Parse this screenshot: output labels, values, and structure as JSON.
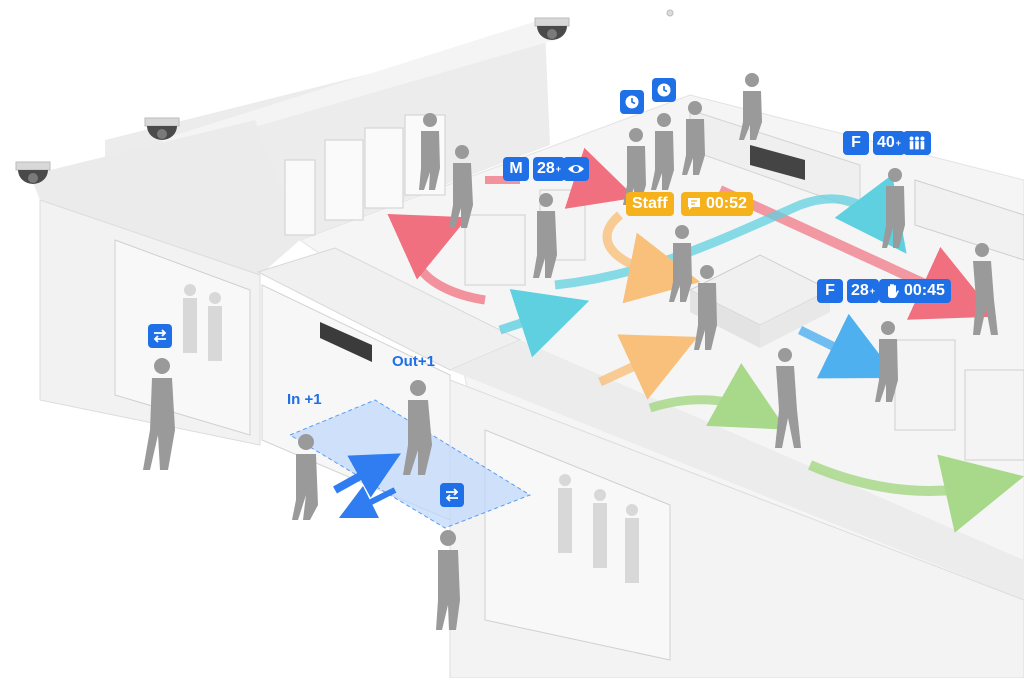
{
  "counters": {
    "in_label": "In +1",
    "out_label": "Out+1"
  },
  "tags": {
    "group_m": {
      "gender": "M",
      "age": "28",
      "age_suffix": "+"
    },
    "group_f40": {
      "gender": "F",
      "age": "40",
      "age_suffix": "+"
    },
    "group_f28": {
      "gender": "F",
      "age": "28",
      "age_suffix": "+",
      "dwell": "00:45"
    },
    "staff": {
      "label": "Staff",
      "time": "00:52"
    }
  },
  "icons": [
    "dome-camera-icon",
    "swap-arrows-icon",
    "clock-icon",
    "eye-icon",
    "people-group-icon",
    "chat-icon",
    "hand-icon"
  ],
  "colors": {
    "badge_blue": "#1f6fe6",
    "badge_orange": "#f5b21c",
    "path_red": "#f0707f",
    "path_cyan": "#5fd0e0",
    "path_orange": "#f8c07a",
    "path_green": "#a8d88a",
    "path_blue": "#4fb0f0",
    "zone_blue": "#bcd6fb"
  }
}
